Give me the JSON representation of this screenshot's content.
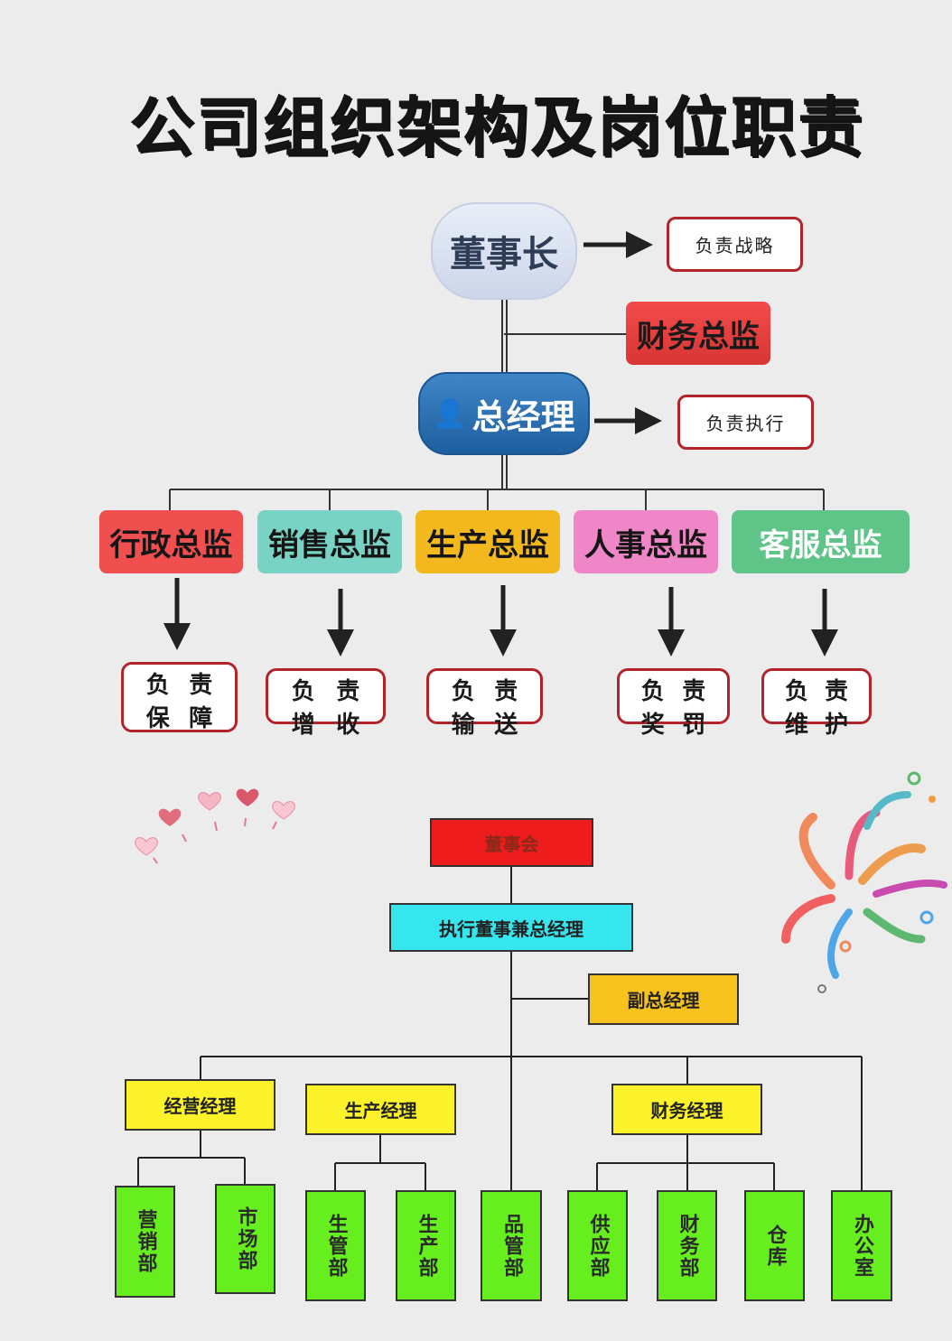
{
  "title": "公司组织架构及岗位职责",
  "chart1": {
    "chairman": "董事长",
    "chairman_duty": "负责战略",
    "finance_director": "财务总监",
    "general_manager": "总经理",
    "gm_duty": "负责执行",
    "directors": [
      {
        "label": "行政总监",
        "color": "#ef4f4f",
        "duty": [
          "负",
          "责",
          "保",
          "障"
        ]
      },
      {
        "label": "销售总监",
        "color": "#79d3c4",
        "duty": [
          "负",
          "责",
          "增",
          "收"
        ]
      },
      {
        "label": "生产总监",
        "color": "#f4b81f",
        "duty": [
          "负",
          "责",
          "输",
          "送"
        ]
      },
      {
        "label": "人事总监",
        "color": "#ee86c8",
        "duty": [
          "负",
          "责",
          "奖",
          "罚"
        ]
      },
      {
        "label": "客服总监",
        "color": "#5fc487",
        "duty": [
          "负",
          "责",
          "维",
          "护"
        ]
      }
    ]
  },
  "chart2": {
    "board": "董事会",
    "executive": "执行董事兼总经理",
    "deputy": "副总经理",
    "managers": [
      "经营经理",
      "生产经理",
      "财务经理"
    ],
    "departments": [
      "营销部",
      "市场部",
      "生管部",
      "生产部",
      "品管部",
      "供应部",
      "财务部",
      "仓库",
      "办公室"
    ],
    "colors": {
      "board": "#ee1c1c",
      "executive": "#36e6ef",
      "manager": "#fbf22a",
      "deputy": "#f8c21e",
      "department": "#66ee1e"
    }
  }
}
